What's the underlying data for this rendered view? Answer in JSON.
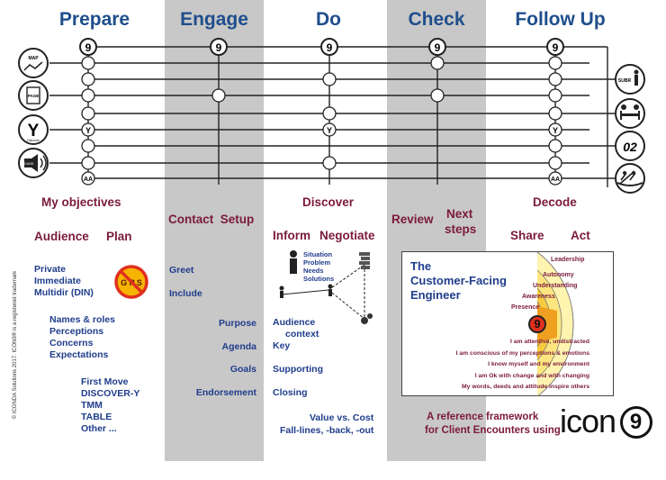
{
  "phases": [
    "Prepare",
    "Engage",
    "Do",
    "Check",
    "Follow Up"
  ],
  "left_icons": {
    "map": {
      "label": "MAP"
    },
    "page": {
      "label": "PAGE"
    },
    "y": {
      "label": "Y",
      "sub": "Discover"
    },
    "sound": {
      "label": "SOUND"
    }
  },
  "right_icons": {
    "subr": {
      "label": "SUBR"
    },
    "number": {
      "label": "02"
    }
  },
  "row_glyphs": {
    "nine": "9",
    "y": "Y",
    "aa": "AA"
  },
  "headings": {
    "my_objectives": "My objectives",
    "audience": "Audience",
    "plan": "Plan",
    "contact_setup": "Contact  Setup",
    "discover": "Discover",
    "inform": "Inform",
    "negotiate": "Negotiate",
    "review": "Review",
    "next_steps_1": "Next",
    "next_steps_2": "steps",
    "decode": "Decode",
    "share": "Share",
    "act": "Act"
  },
  "prepare": {
    "private_block": [
      "Private",
      "Immediate",
      "Multidir (DIN)"
    ],
    "gps_label": "G P S",
    "names_block": [
      "Names & roles",
      "Perceptions",
      "Concerns",
      "Expectations"
    ],
    "first_move_block": [
      "First Move",
      "DISCOVER-Y",
      "TMM",
      "TABLE",
      "Other ..."
    ]
  },
  "engage": {
    "greet": "Greet",
    "include": "Include",
    "purpose": "Purpose",
    "agenda": "Agenda",
    "goals": "Goals",
    "endorsement": "Endorsement"
  },
  "do": {
    "spn": [
      "Situation",
      "Problem",
      "Needs",
      "Solutions"
    ],
    "audience_context": [
      "Audience",
      "context"
    ],
    "key": "Key",
    "supporting": "Supporting",
    "closing": "Closing",
    "value_cost": "Value vs. Cost",
    "fall_lines": "Fall-lines, -back, -out"
  },
  "panel": {
    "title": [
      "The",
      "Customer-Facing",
      "Engineer"
    ],
    "levels": [
      "Leadership",
      "Autonomy",
      "Understanding",
      "Awareness",
      "Presence"
    ],
    "badge": "9",
    "statements": [
      "I am attentive, undistracted",
      "I am conscious of my perceptions & emotions",
      "I know myself and my environment",
      "I am Ok with change and with changing",
      "My words, deeds and attitude inspire others"
    ]
  },
  "footer": {
    "line1": "A reference framework",
    "line2": "for Client Encounters using",
    "logo_word": "icon",
    "logo_num": "9"
  },
  "side_copyright": "© ICONDA Solutions 2017. ICON9® is a registered trademark",
  "colors": {
    "phase_blue": "#1f4e8c",
    "heading_maroon": "#7b1a3c",
    "text_blue": "#1f3d8c",
    "band_gray": "#c8c8c8",
    "arc_orange": "#f0a020",
    "arc_yellow": "#fde680",
    "badge_red": "#e0301e"
  }
}
